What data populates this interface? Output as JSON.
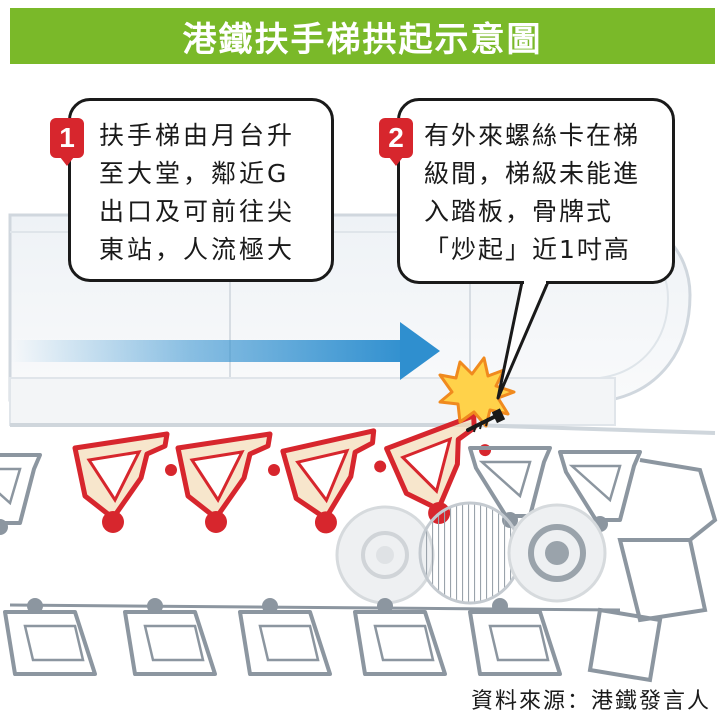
{
  "title": "港鐵扶手梯拱起示意圖",
  "callouts": [
    {
      "number": "1",
      "lines": [
        "扶手梯由月台升",
        "至大堂，鄰近G",
        "出口及可前往尖",
        "東站，人流極大"
      ]
    },
    {
      "number": "2",
      "lines": [
        "有外來螺絲卡在梯",
        "級間，梯級未能進",
        "入踏板，骨牌式",
        "「炒起」近1吋高"
      ]
    }
  ],
  "source": "資料來源：港鐵發言人",
  "colors": {
    "title_bg": "#7ab929",
    "highlight_step": "#d7262d",
    "step_fill": "#f3d9b1",
    "machinery": "#8c96a0",
    "arrow": "#2f8fcf",
    "spark": "#f5a623"
  },
  "icons": [
    "screw-icon",
    "spark-icon",
    "direction-arrow-icon"
  ]
}
